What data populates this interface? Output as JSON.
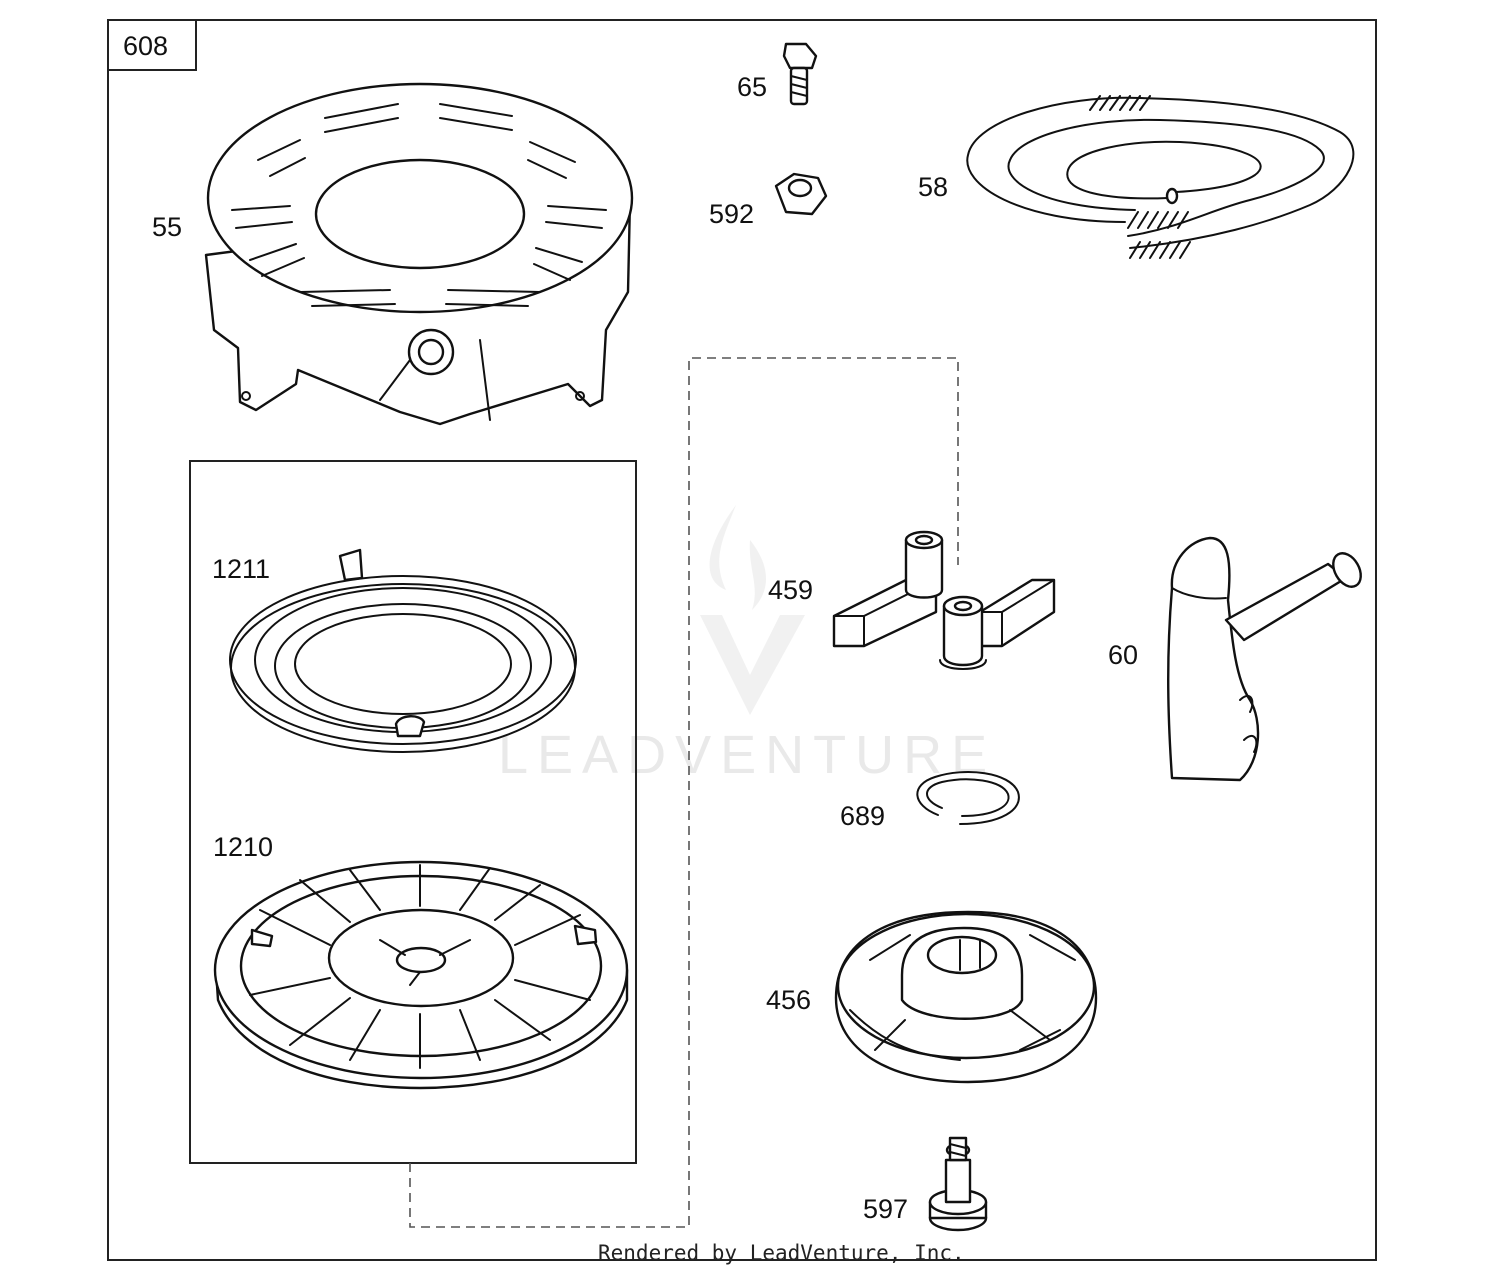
{
  "diagram": {
    "assembly_label": "608",
    "footer": "Rendered by LeadVenture, Inc.",
    "watermark": "LEADVENTURE",
    "parts": [
      {
        "id": "p55",
        "label": "55"
      },
      {
        "id": "p65",
        "label": "65"
      },
      {
        "id": "p592",
        "label": "592"
      },
      {
        "id": "p58",
        "label": "58"
      },
      {
        "id": "p1211",
        "label": "1211"
      },
      {
        "id": "p1210",
        "label": "1210"
      },
      {
        "id": "p459",
        "label": "459"
      },
      {
        "id": "p60",
        "label": "60"
      },
      {
        "id": "p689",
        "label": "689"
      },
      {
        "id": "p456",
        "label": "456"
      },
      {
        "id": "p597",
        "label": "597"
      }
    ]
  }
}
